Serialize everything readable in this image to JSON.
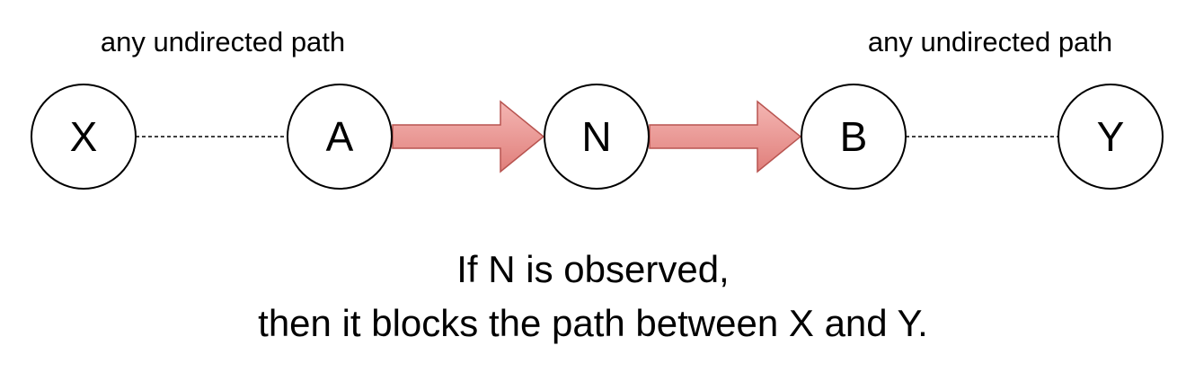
{
  "labels": {
    "left_path": "any undirected path",
    "right_path": "any undirected path"
  },
  "nodes": [
    {
      "id": "X"
    },
    {
      "id": "A"
    },
    {
      "id": "N"
    },
    {
      "id": "B"
    },
    {
      "id": "Y"
    }
  ],
  "caption": {
    "line1": "If N is observed,",
    "line2": "then it blocks the path between X and Y."
  },
  "colors": {
    "arrow_fill_light": "#f8cecc",
    "arrow_fill_dark": "#ea6b66",
    "arrow_stroke": "#b85450",
    "node_stroke": "#000000"
  }
}
